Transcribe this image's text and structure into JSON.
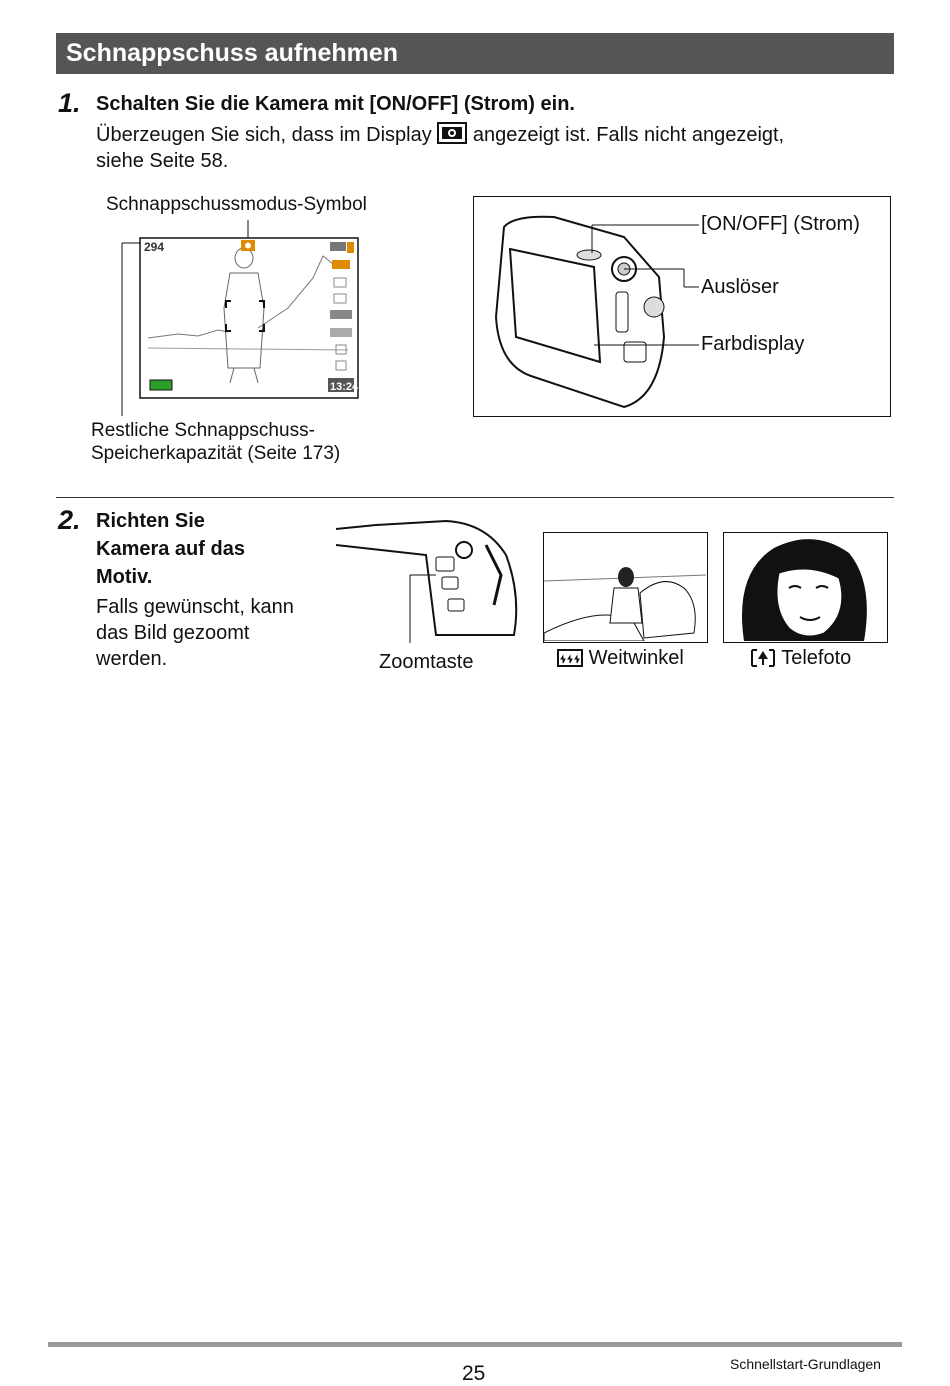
{
  "page": {
    "title": "Schnappschuss aufnehmen",
    "page_number": "25",
    "section": "Schnellstart-Grundlagen"
  },
  "step1": {
    "number": "1.",
    "title": "Schalten Sie die Kamera mit [ON/OFF] (Strom) ein.",
    "text_before_icon": "Überzeugen Sie sich, dass im Display",
    "text_after_icon": "angezeigt ist. Falls nicht angezeigt,",
    "text_line2": "siehe Seite 58.",
    "icon": "camera-mode-icon",
    "lcd_label": "Schnappschussmodus-Symbol",
    "lcd_counter": "294",
    "lcd_time": "13:24",
    "lcd_caption_line1": "Restliche Schnappschuss-",
    "lcd_caption_line2": "Speicherkapazität (Seite 173)",
    "camera_label_power": "[ON/OFF] (Strom)",
    "camera_label_shutter": "Auslöser",
    "camera_label_display": "Farbdisplay"
  },
  "step2": {
    "number": "2.",
    "title_line1": "Richten Sie",
    "title_line2": "Kamera auf das",
    "title_line3": "Motiv.",
    "text_line1": "Falls gewünscht, kann",
    "text_line2": "das Bild gezoomt",
    "text_line3": "werden.",
    "zoom_label": "Zoomtaste",
    "wide_label": "Weitwinkel",
    "tele_label": "Telefoto",
    "wide_icon": "wide-angle-icon",
    "tele_icon": "telephoto-icon"
  },
  "colors": {
    "header_bg": "#555555",
    "lcd_orange": "#e08a00",
    "lcd_battery": "#2aa02a"
  }
}
